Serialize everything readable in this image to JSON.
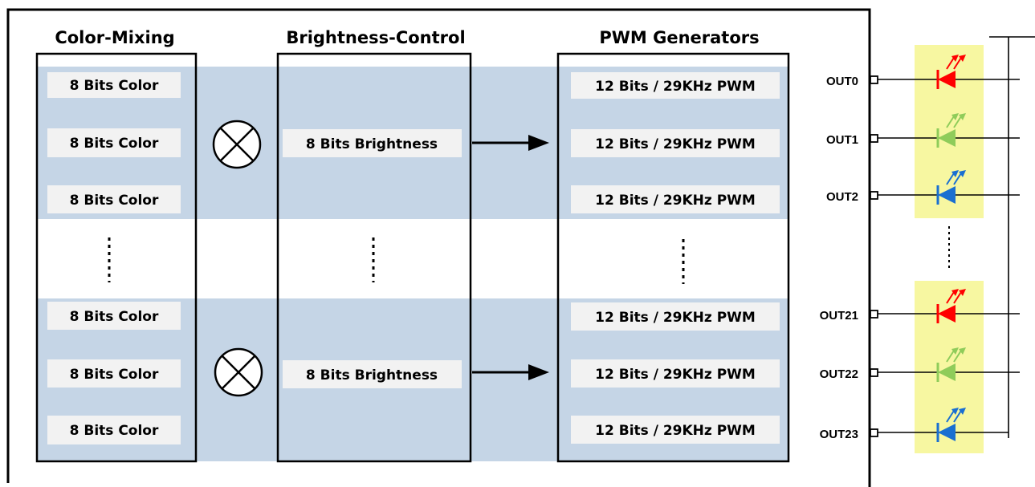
{
  "sections": {
    "color_mixing": {
      "title": "Color-Mixing"
    },
    "brightness_control": {
      "title": "Brightness-Control"
    },
    "pwm_generators": {
      "title": "PWM Generators"
    }
  },
  "groups": [
    {
      "colors": [
        "8 Bits Color",
        "8 Bits Color",
        "8 Bits Color"
      ],
      "brightness": "8 Bits Brightness",
      "pwm": [
        "12 Bits / 29KHz PWM",
        "12 Bits / 29KHz PWM",
        "12 Bits / 29KHz PWM"
      ],
      "outputs": [
        "OUT0",
        "OUT1",
        "OUT2"
      ]
    },
    {
      "colors": [
        "8 Bits Color",
        "8 Bits Color",
        "8 Bits Color"
      ],
      "brightness": "8 Bits Brightness",
      "pwm": [
        "12 Bits / 29KHz PWM",
        "12 Bits / 29KHz PWM",
        "12 Bits / 29KHz PWM"
      ],
      "outputs": [
        "OUT21",
        "OUT22",
        "OUT23"
      ]
    }
  ],
  "colors": {
    "band": "#c5d5e6",
    "cell": "#f2f2f2",
    "led_panel": "#f7f7a1",
    "led_red": "#ff0000",
    "led_green": "#8fcc5a",
    "led_blue": "#1a6fd1"
  },
  "icons": {
    "multiply": "circled-times-icon",
    "arrow": "right-arrow-icon",
    "led": "led-diode-icon"
  }
}
